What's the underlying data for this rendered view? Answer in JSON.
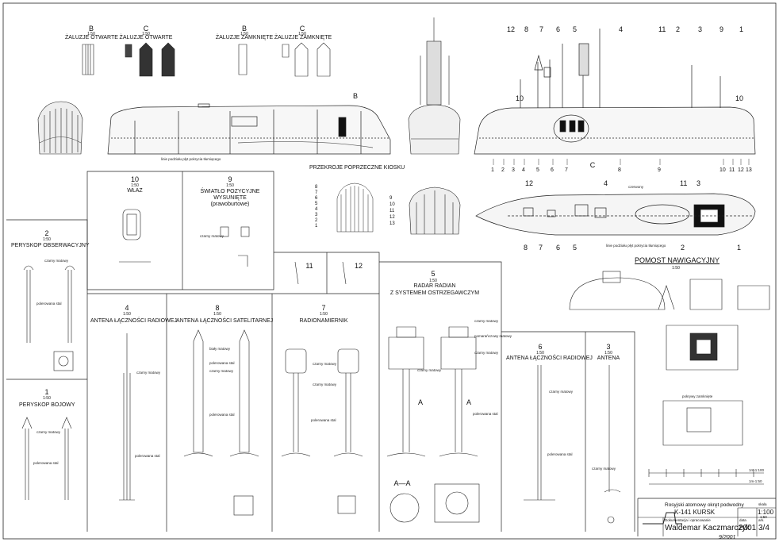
{
  "top_views": {
    "b_open": {
      "letter": "B",
      "scale": "1:50",
      "label": "ŻALUZJE OTWARTE"
    },
    "c_open": {
      "letter": "C",
      "scale": "1:50",
      "label": "ŻALUZJE OTWARTE"
    },
    "b_closed": {
      "letter": "B",
      "scale": "1:50",
      "label": "ŻALUZJE ZAMKNIĘTE"
    },
    "c_closed": {
      "letter": "C",
      "scale": "1:50",
      "label": "ŻALUZJE ZAMKNIĘTE"
    },
    "side_callout": "B",
    "side_note": "linie podziału płyt pokrycia tłumiącego",
    "right_callout": "C",
    "right_numbers_top": [
      "12",
      "8",
      "7",
      "6",
      "5",
      "4",
      "11",
      "2",
      "3",
      "9",
      "1"
    ],
    "right_numbers_left": "10",
    "right_numbers_right": "10",
    "station_numbers": [
      "1",
      "2",
      "3",
      "4",
      "5",
      "6",
      "7",
      "8",
      "9",
      "10",
      "11",
      "12",
      "13"
    ]
  },
  "cross_sections": {
    "title": "PRZEKROJE POPRZECZNE KIOSKU",
    "left_numbers": [
      "8",
      "7",
      "6",
      "5",
      "4",
      "3",
      "2",
      "1"
    ],
    "right_numbers": [
      "9",
      "10",
      "11",
      "12",
      "13"
    ]
  },
  "plan_view": {
    "numbers_top": [
      "12",
      "4",
      "11",
      "3"
    ],
    "note_top": "czerwony",
    "numbers_bottom": [
      "8",
      "7",
      "6",
      "5",
      "2",
      "1"
    ],
    "note_bottom": "linie podziału płyt pokrycia tłumiącego"
  },
  "details": {
    "d10": {
      "num": "10",
      "scale": "1:50",
      "title": "WŁAZ"
    },
    "d9": {
      "num": "9",
      "scale": "1:50",
      "title_lines": [
        "ŚWIATŁO POZYCYJNE",
        "WYSUNIĘTE",
        "(prawoburtowe)"
      ],
      "note": "czarny matowy"
    },
    "d11": {
      "num": "11"
    },
    "d12": {
      "num": "12"
    },
    "d2": {
      "num": "2",
      "scale": "1:50",
      "title": "PERYSKOP OBSERWACYJNY",
      "notes": [
        "czarny matowy",
        "polerowana stal"
      ]
    },
    "d1": {
      "num": "1",
      "scale": "1:50",
      "title": "PERYSKOP BOJOWY",
      "notes": [
        "czarny matowy",
        "polerowana stal"
      ]
    },
    "d4": {
      "num": "4",
      "scale": "1:50",
      "title": "ANTENA ŁĄCZNOŚCI RADIOWEJ",
      "notes": [
        "czarny matowy",
        "polerowana stal"
      ]
    },
    "d8": {
      "num": "8",
      "scale": "1:50",
      "title": "ANTENA ŁĄCZNOŚCI SATELITARNEJ",
      "notes": [
        "biały matowy",
        "polerowana stal",
        "czarny matowy",
        "polerowana stal"
      ]
    },
    "d7": {
      "num": "7",
      "scale": "1:50",
      "title": "RADIONAMIERNIK",
      "notes": [
        "czarny matowy",
        "czarny matowy",
        "polerowana stal"
      ]
    },
    "d5": {
      "num": "5",
      "scale": "1:50",
      "title_lines": [
        "RADAR RADIAN",
        "Z SYSTEMEM OSTRZEGAWCZYM"
      ],
      "notes": [
        "czarny matowy",
        "pomarańczowy matowy",
        "czarny matowy",
        "czarny matowy",
        "polerowana stal"
      ],
      "section_marks": [
        "A",
        "A"
      ],
      "section_label": "A—A"
    },
    "d6": {
      "num": "6",
      "scale": "1:50",
      "title": "ANTENA ŁĄCZNOŚCI RADIOWEJ",
      "notes": [
        "czarny matowy",
        "polerowana stal"
      ]
    },
    "d3": {
      "num": "3",
      "scale": "1:50",
      "title": "ANTENA",
      "notes": [
        "czarny matowy"
      ]
    }
  },
  "bridge": {
    "title": "POMOST NAWIGACYJNY",
    "scale": "1:50",
    "note": "pokrywy zamknięte",
    "scale_bar_labels": [
      "1m-1:100",
      "1m-1:50"
    ]
  },
  "title_block": {
    "title_line1": "Rosyjski atomowy okręt podwodny",
    "title_line2": "K-141 KURSK",
    "author_label": "Dokumentacja i opracowanie",
    "author": "Waldemar Kaczmarczyk",
    "year_label": "data",
    "year": "2001",
    "scale_label": "skala",
    "scale_value": "1:100",
    "scale_value2": "1:50",
    "sheet_label": "ark.",
    "sheet": "3/4",
    "signature": "9/2001"
  }
}
